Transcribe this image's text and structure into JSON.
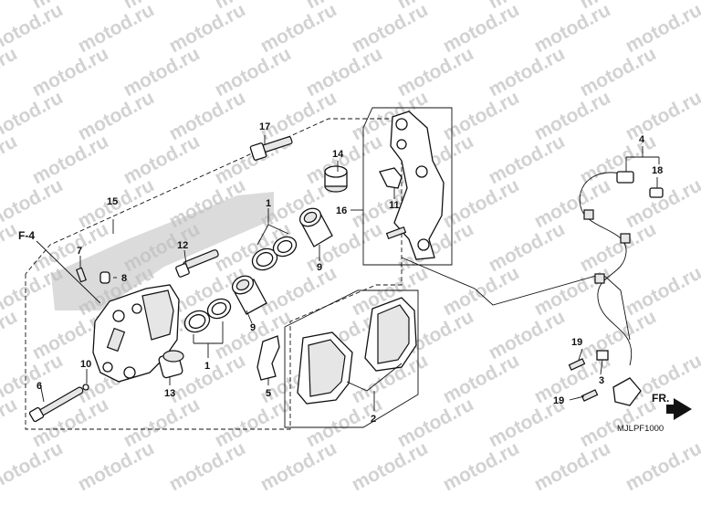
{
  "watermark": "motod.ru",
  "diagram_code": "MJLPF1000",
  "direction_marker": "FR.",
  "reference_marker": "F-4",
  "callouts": {
    "c1a": "1",
    "c1b": "1",
    "c2": "2",
    "c3": "3",
    "c4": "4",
    "c5": "5",
    "c6": "6",
    "c7": "7",
    "c8": "8",
    "c9a": "9",
    "c9b": "9",
    "c10": "10",
    "c11": "11",
    "c12": "12",
    "c13": "13",
    "c14": "14",
    "c15": "15",
    "c16": "16",
    "c17": "17",
    "c18": "18",
    "c19a": "19",
    "c19b": "19"
  }
}
